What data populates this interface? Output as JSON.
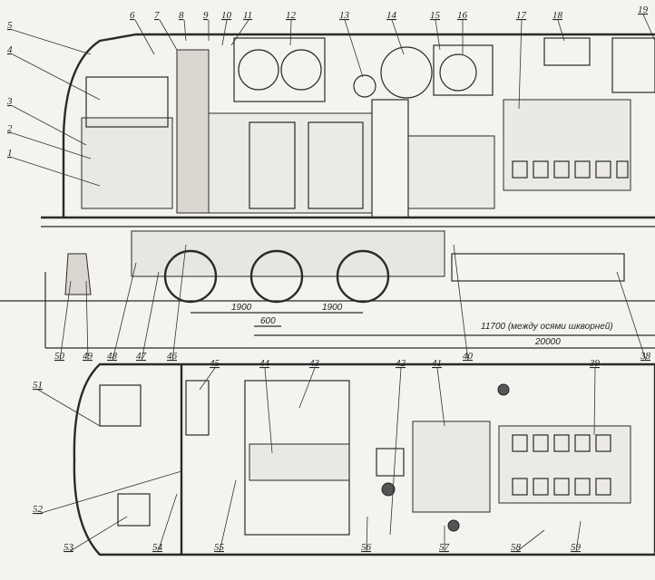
{
  "side_view": {
    "callouts": [
      "1",
      "2",
      "3",
      "4",
      "5",
      "6",
      "7",
      "8",
      "9",
      "10",
      "11",
      "12",
      "13",
      "14",
      "15",
      "16",
      "17",
      "18",
      "19",
      "38",
      "40",
      "46",
      "47",
      "48",
      "49",
      "50"
    ],
    "dimensions": {
      "wheelbase_a": "1900",
      "wheelbase_b": "1900",
      "offset": "600",
      "pivot_distance": "11700 (между осями шкворней)",
      "overall_length": "20000"
    }
  },
  "plan_view": {
    "callouts": [
      "39",
      "41",
      "42",
      "43",
      "44",
      "45",
      "51",
      "52",
      "53",
      "54",
      "55",
      "56",
      "57",
      "58",
      "59"
    ]
  }
}
